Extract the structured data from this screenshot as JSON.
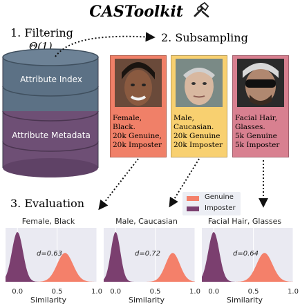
{
  "header": {
    "title": "CASToolkit"
  },
  "steps": {
    "filtering": "1. Filtering",
    "filtering_complexity": "Θ(1)",
    "subsampling": "2. Subsampling",
    "evaluation": "3. Evaluation"
  },
  "database": {
    "attribute_index": "Attribute Index",
    "attribute_metadata": "Attribute Metadata"
  },
  "subsets": [
    {
      "text": "Female,\nBlack.\n20k Genuine,\n20k Imposter",
      "color": "#f08068"
    },
    {
      "text": "Male,\nCaucasian.\n20k Genuine\n20k Imposter",
      "color": "#f8d070"
    },
    {
      "text": "Facial Hair,\nGlasses.\n5k Genuine\n5k Imposter",
      "color": "#d88090"
    }
  ],
  "legend": {
    "genuine": {
      "label": "Genuine",
      "color": "#f4806a"
    },
    "imposter": {
      "label": "Imposter",
      "color": "#7b3f6f"
    }
  },
  "colors": {
    "db_top": "#5c7185",
    "db_bottom": "#6e4f75",
    "plot_bg": "#eaeaf2"
  },
  "chart_data": [
    {
      "type": "area",
      "title": "Female, Black",
      "xlabel": "Similarity",
      "xlim": [
        -0.15,
        1.0
      ],
      "xticks": [
        "0.0",
        "0.5",
        "1.0"
      ],
      "annotation": "d=0.63",
      "series": [
        {
          "name": "Imposter",
          "mean": 0.0,
          "std": 0.07
        },
        {
          "name": "Genuine",
          "mean": 0.6,
          "std": 0.1
        }
      ]
    },
    {
      "type": "area",
      "title": "Male, Caucasian",
      "xlabel": "Similarity",
      "xlim": [
        -0.15,
        1.0
      ],
      "xticks": [
        "0.0",
        "0.5",
        "1.0"
      ],
      "annotation": "d=0.72",
      "series": [
        {
          "name": "Imposter",
          "mean": 0.0,
          "std": 0.06
        },
        {
          "name": "Genuine",
          "mean": 0.72,
          "std": 0.09
        }
      ]
    },
    {
      "type": "area",
      "title": "Facial Hair, Glasses",
      "xlabel": "Similarity",
      "xlim": [
        -0.15,
        1.0
      ],
      "xticks": [
        "0.0",
        "0.5",
        "1.0"
      ],
      "annotation": "d=0.64",
      "series": [
        {
          "name": "Imposter",
          "mean": 0.0,
          "std": 0.07
        },
        {
          "name": "Genuine",
          "mean": 0.64,
          "std": 0.1
        }
      ]
    }
  ]
}
